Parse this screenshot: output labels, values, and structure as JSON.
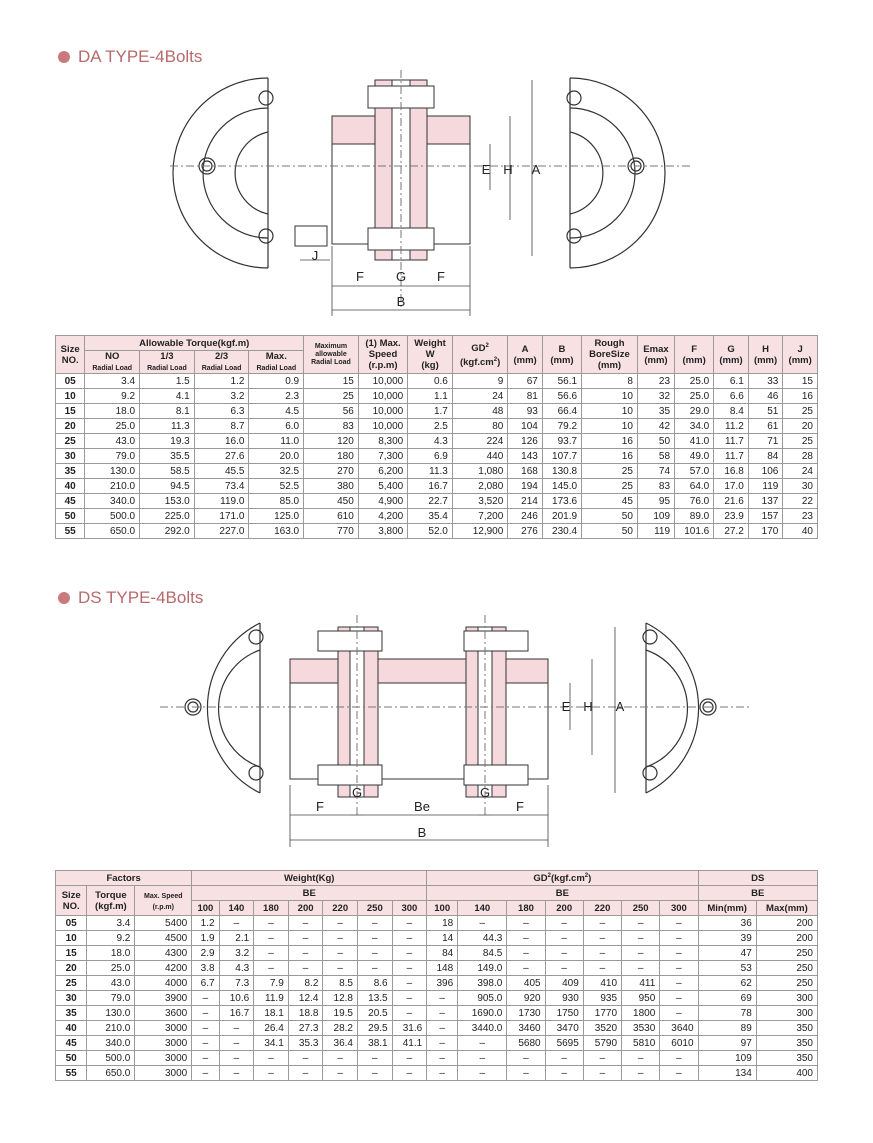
{
  "sections": {
    "da_title": "DA TYPE-4Bolts",
    "ds_title": "DS TYPE-4Bolts"
  },
  "da_diagram": {
    "labels": {
      "j": "J",
      "f1": "F",
      "g": "G",
      "f2": "F",
      "b": "B",
      "e": "E",
      "h": "H",
      "a": "A"
    }
  },
  "ds_diagram": {
    "labels": {
      "f1": "F",
      "g1": "G",
      "be": "Be",
      "g2": "G",
      "f2": "F",
      "b": "B",
      "e": "E",
      "h": "H",
      "a": "A"
    }
  },
  "da_table": {
    "h_size": "Size",
    "h_no": "NO.",
    "h_torque": "Allowable Torque(kgf.m)",
    "h_noload": "NO",
    "h_third": "1/3",
    "h_twothird": "2/3",
    "h_max": "Max.",
    "h_radial": "Radial Load",
    "h_maxallow1": "Maximum",
    "h_maxallow2": "allowable",
    "h_maxallow3": "Radial Load",
    "h_speed1": "(1) Max.",
    "h_speed2": "Speed",
    "h_speed3": "(r.p.m)",
    "h_weight1": "Weight",
    "h_weight2": "W",
    "h_weight3": "(kg)",
    "h_gd": "GD",
    "h_gd_sup": "2",
    "h_gd_unit": "(kgf.cm",
    "h_a": "A",
    "h_b": "B",
    "h_rough1": "Rough",
    "h_rough2": "BoreSize",
    "h_emax": "Emax",
    "h_f": "F",
    "h_g": "G",
    "h_h": "H",
    "h_j": "J",
    "h_mm": "(mm)",
    "rows": [
      [
        "05",
        "3.4",
        "1.5",
        "1.2",
        "0.9",
        "15",
        "10,000",
        "0.6",
        "9",
        "67",
        "56.1",
        "8",
        "23",
        "25.0",
        "6.1",
        "33",
        "15"
      ],
      [
        "10",
        "9.2",
        "4.1",
        "3.2",
        "2.3",
        "25",
        "10,000",
        "1.1",
        "24",
        "81",
        "56.6",
        "10",
        "32",
        "25.0",
        "6.6",
        "46",
        "16"
      ],
      [
        "15",
        "18.0",
        "8.1",
        "6.3",
        "4.5",
        "56",
        "10,000",
        "1.7",
        "48",
        "93",
        "66.4",
        "10",
        "35",
        "29.0",
        "8.4",
        "51",
        "25"
      ],
      [
        "20",
        "25.0",
        "11.3",
        "8.7",
        "6.0",
        "83",
        "10,000",
        "2.5",
        "80",
        "104",
        "79.2",
        "10",
        "42",
        "34.0",
        "11.2",
        "61",
        "20"
      ],
      [
        "25",
        "43.0",
        "19.3",
        "16.0",
        "11.0",
        "120",
        "8,300",
        "4.3",
        "224",
        "126",
        "93.7",
        "16",
        "50",
        "41.0",
        "11.7",
        "71",
        "25"
      ],
      [
        "30",
        "79.0",
        "35.5",
        "27.6",
        "20.0",
        "180",
        "7,300",
        "6.9",
        "440",
        "143",
        "107.7",
        "16",
        "58",
        "49.0",
        "11.7",
        "84",
        "28"
      ],
      [
        "35",
        "130.0",
        "58.5",
        "45.5",
        "32.5",
        "270",
        "6,200",
        "11.3",
        "1,080",
        "168",
        "130.8",
        "25",
        "74",
        "57.0",
        "16.8",
        "106",
        "24"
      ],
      [
        "40",
        "210.0",
        "94.5",
        "73.4",
        "52.5",
        "380",
        "5,400",
        "16.7",
        "2,080",
        "194",
        "145.0",
        "25",
        "83",
        "64.0",
        "17.0",
        "119",
        "30"
      ],
      [
        "45",
        "340.0",
        "153.0",
        "119.0",
        "85.0",
        "450",
        "4,900",
        "22.7",
        "3,520",
        "214",
        "173.6",
        "45",
        "95",
        "76.0",
        "21.6",
        "137",
        "22"
      ],
      [
        "50",
        "500.0",
        "225.0",
        "171.0",
        "125.0",
        "610",
        "4,200",
        "35.4",
        "7,200",
        "246",
        "201.9",
        "50",
        "109",
        "89.0",
        "23.9",
        "157",
        "23"
      ],
      [
        "55",
        "650.0",
        "292.0",
        "227.0",
        "163.0",
        "770",
        "3,800",
        "52.0",
        "12,900",
        "276",
        "230.4",
        "50",
        "119",
        "101.6",
        "27.2",
        "170",
        "40"
      ]
    ]
  },
  "ds_table": {
    "h_factors": "Factors",
    "h_weight": "Weight(Kg)",
    "h_gd": "GD",
    "h_gd_sup": "2",
    "h_gd_sup2": "2",
    "h_gd_unit": "(kgf.cm",
    "h_gd_close": ")",
    "h_ds": "DS",
    "h_be": "BE",
    "h_size": "Size",
    "h_no": "NO.",
    "h_torque1": "Torque",
    "h_torque2": "(kgf.m)",
    "h_speed1": "Max. Speed",
    "h_speed2": "(r.p.m)",
    "h_min": "Min(mm)",
    "h_maxmm": "Max(mm)",
    "be_cols": [
      "100",
      "140",
      "180",
      "200",
      "220",
      "250",
      "300"
    ],
    "rows": [
      [
        "05",
        "3.4",
        "5400",
        "1.2",
        "–",
        "–",
        "–",
        "–",
        "–",
        "–",
        "18",
        "–",
        "–",
        "–",
        "–",
        "–",
        "–",
        "36",
        "200"
      ],
      [
        "10",
        "9.2",
        "4500",
        "1.9",
        "2.1",
        "–",
        "–",
        "–",
        "–",
        "–",
        "14",
        "44.3",
        "–",
        "–",
        "–",
        "–",
        "–",
        "39",
        "200"
      ],
      [
        "15",
        "18.0",
        "4300",
        "2.9",
        "3.2",
        "–",
        "–",
        "–",
        "–",
        "–",
        "84",
        "84.5",
        "–",
        "–",
        "–",
        "–",
        "–",
        "47",
        "250"
      ],
      [
        "20",
        "25.0",
        "4200",
        "3.8",
        "4.3",
        "–",
        "–",
        "–",
        "–",
        "–",
        "148",
        "149.0",
        "–",
        "–",
        "–",
        "–",
        "–",
        "53",
        "250"
      ],
      [
        "25",
        "43.0",
        "4000",
        "6.7",
        "7.3",
        "7.9",
        "8.2",
        "8.5",
        "8.6",
        "–",
        "396",
        "398.0",
        "405",
        "409",
        "410",
        "411",
        "–",
        "62",
        "250"
      ],
      [
        "30",
        "79.0",
        "3900",
        "–",
        "10.6",
        "11.9",
        "12.4",
        "12.8",
        "13.5",
        "–",
        "–",
        "905.0",
        "920",
        "930",
        "935",
        "950",
        "–",
        "69",
        "300"
      ],
      [
        "35",
        "130.0",
        "3600",
        "–",
        "16.7",
        "18.1",
        "18.8",
        "19.5",
        "20.5",
        "–",
        "–",
        "1690.0",
        "1730",
        "1750",
        "1770",
        "1800",
        "–",
        "78",
        "300"
      ],
      [
        "40",
        "210.0",
        "3000",
        "–",
        "–",
        "26.4",
        "27.3",
        "28.2",
        "29.5",
        "31.6",
        "–",
        "3440.0",
        "3460",
        "3470",
        "3520",
        "3530",
        "3640",
        "89",
        "350"
      ],
      [
        "45",
        "340.0",
        "3000",
        "–",
        "–",
        "34.1",
        "35.3",
        "36.4",
        "38.1",
        "41.1",
        "–",
        "–",
        "5680",
        "5695",
        "5790",
        "5810",
        "6010",
        "97",
        "350"
      ],
      [
        "50",
        "500.0",
        "3000",
        "–",
        "–",
        "–",
        "–",
        "–",
        "–",
        "–",
        "–",
        "–",
        "–",
        "–",
        "–",
        "–",
        "–",
        "109",
        "350"
      ],
      [
        "55",
        "650.0",
        "3000",
        "–",
        "–",
        "–",
        "–",
        "–",
        "–",
        "–",
        "–",
        "–",
        "–",
        "–",
        "–",
        "–",
        "–",
        "134",
        "400"
      ]
    ]
  }
}
